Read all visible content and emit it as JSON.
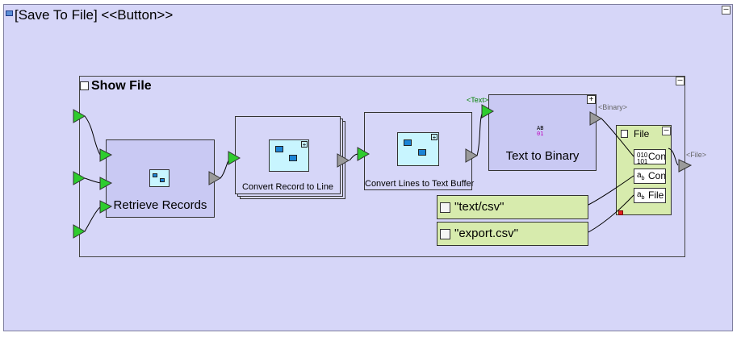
{
  "outer": {
    "title": "[Save To File] <<Button>>"
  },
  "inner": {
    "title": "Show File"
  },
  "nodes": {
    "retrieve": "Retrieve Records",
    "convert_record": "Convert Record to Line",
    "convert_lines": "Convert Lines to Text Buffer",
    "text_to_binary": "Text to Binary"
  },
  "ports": {
    "text": "<Text>",
    "binary": "<Binary>",
    "file": "<File>"
  },
  "values": {
    "mime": "\"text/csv\"",
    "filename": "\"export.csv\""
  },
  "file_block": {
    "title": "File",
    "items": [
      "Con",
      "Con",
      "File"
    ]
  },
  "colors": {
    "port_in": "#2ecc2e",
    "port_out": "#9a9a9a",
    "accent_green": "#008000",
    "value_bg": "#d7ebad",
    "node_bg": "#c9c9f3"
  }
}
